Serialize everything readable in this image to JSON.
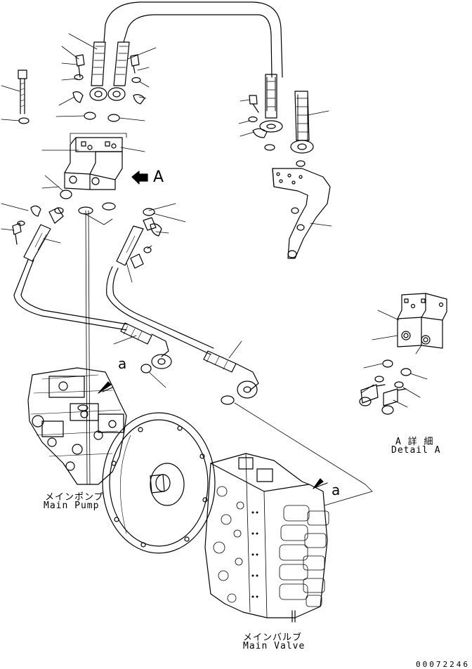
{
  "callouts": {
    "view_arrow_letter": "A",
    "port_a_pump": "a",
    "port_a_valve": "a"
  },
  "labels": {
    "main_pump_jp": "メインポンプ",
    "main_pump_en": "Main Pump",
    "main_valve_jp": "メインバルブ",
    "main_valve_en": "Main Valve",
    "detail_a_jp": "A 詳 細",
    "detail_a_en": "Detail A"
  },
  "drawing_number": "00072246"
}
